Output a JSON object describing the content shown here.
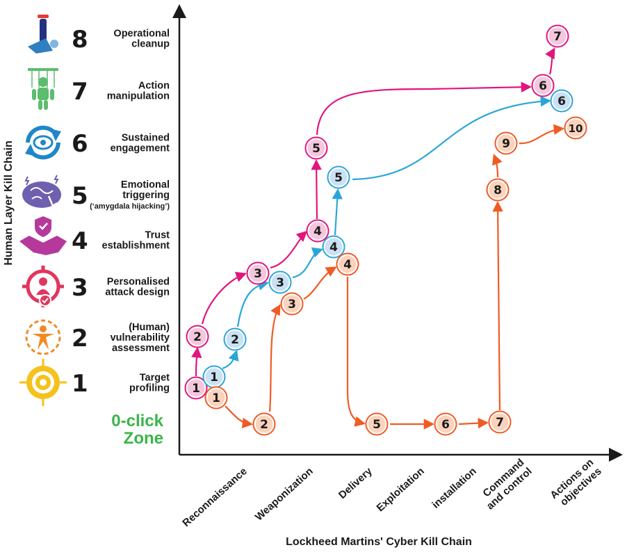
{
  "diagram": {
    "y_axis_title": "Human Layer Kill Chain",
    "x_axis_title": "Lockheed Martins' Cyber Kill Chain",
    "zero_click_line1": "0-click",
    "zero_click_line2": "Zone",
    "human_stages": [
      {
        "num": "8",
        "lines": [
          "Operational",
          "cleanup"
        ],
        "icon": "operational-cleanup-icon",
        "color": "#2f7fc1"
      },
      {
        "num": "7",
        "lines": [
          "Action",
          "manipulation"
        ],
        "icon": "puppet-icon",
        "color": "#5cbd6e"
      },
      {
        "num": "6",
        "lines": [
          "Sustained",
          "engagement"
        ],
        "icon": "engagement-cycle-icon",
        "color": "#1f87c9"
      },
      {
        "num": "5",
        "lines": [
          "Emotional",
          "triggering",
          "(‘amygdala hijacking’)"
        ],
        "icon": "brain-icon",
        "color": "#6f5fb0"
      },
      {
        "num": "4",
        "lines": [
          "Trust",
          "establishment"
        ],
        "icon": "handshake-shield-icon",
        "color": "#b5399b"
      },
      {
        "num": "3",
        "lines": [
          "Personalised",
          "attack design"
        ],
        "icon": "target-person-icon",
        "color": "#e0365e"
      },
      {
        "num": "2",
        "lines": [
          "(Human)",
          "vulnerability",
          "assessment"
        ],
        "icon": "vulnerable-person-icon",
        "color": "#f08a24"
      },
      {
        "num": "1",
        "lines": [
          "Target",
          "profiling"
        ],
        "icon": "crosshair-target-icon",
        "color": "#f5c21b"
      }
    ],
    "cyber_stages": [
      {
        "lines": [
          "Reconnaissance"
        ]
      },
      {
        "lines": [
          "Weaponization"
        ]
      },
      {
        "lines": [
          "Delivery"
        ]
      },
      {
        "lines": [
          "Exploitation"
        ]
      },
      {
        "lines": [
          "installation"
        ]
      },
      {
        "lines": [
          "Command",
          "and control"
        ]
      },
      {
        "lines": [
          "Actions on",
          "objectives"
        ]
      }
    ],
    "paths": [
      {
        "name": "pink-path",
        "stroke": "#e0157e",
        "fill": "#f5c7dc",
        "nodes": [
          "1",
          "2",
          "3",
          "4",
          "5",
          "6",
          "7"
        ]
      },
      {
        "name": "blue-path",
        "stroke": "#29a6d9",
        "fill": "#c9e1f3",
        "nodes": [
          "1",
          "2",
          "3",
          "4",
          "5",
          "6"
        ]
      },
      {
        "name": "orange-path",
        "stroke": "#f05a24",
        "fill": "#fbd3bd",
        "nodes": [
          "1",
          "2",
          "3",
          "4",
          "5",
          "6",
          "7",
          "8",
          "9",
          "10"
        ]
      }
    ]
  }
}
